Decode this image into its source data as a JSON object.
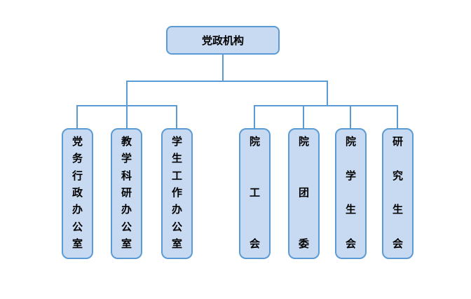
{
  "diagram": {
    "type": "org-chart",
    "root": {
      "label": "党政机构"
    },
    "left_branch": {
      "nodes": [
        {
          "label": "党务行政办公室"
        },
        {
          "label": "教学科研办公室"
        },
        {
          "label": "学生工作办公室"
        }
      ]
    },
    "right_branch": {
      "nodes": [
        {
          "label": "院工会"
        },
        {
          "label": "院团委"
        },
        {
          "label": "院学生会"
        },
        {
          "label": "研究生会"
        }
      ]
    },
    "colors": {
      "node_fill": "#c8daf1",
      "node_border": "#5b9bd5",
      "connector": "#5b9bd5",
      "text": "#000000",
      "background": "#ffffff"
    }
  }
}
